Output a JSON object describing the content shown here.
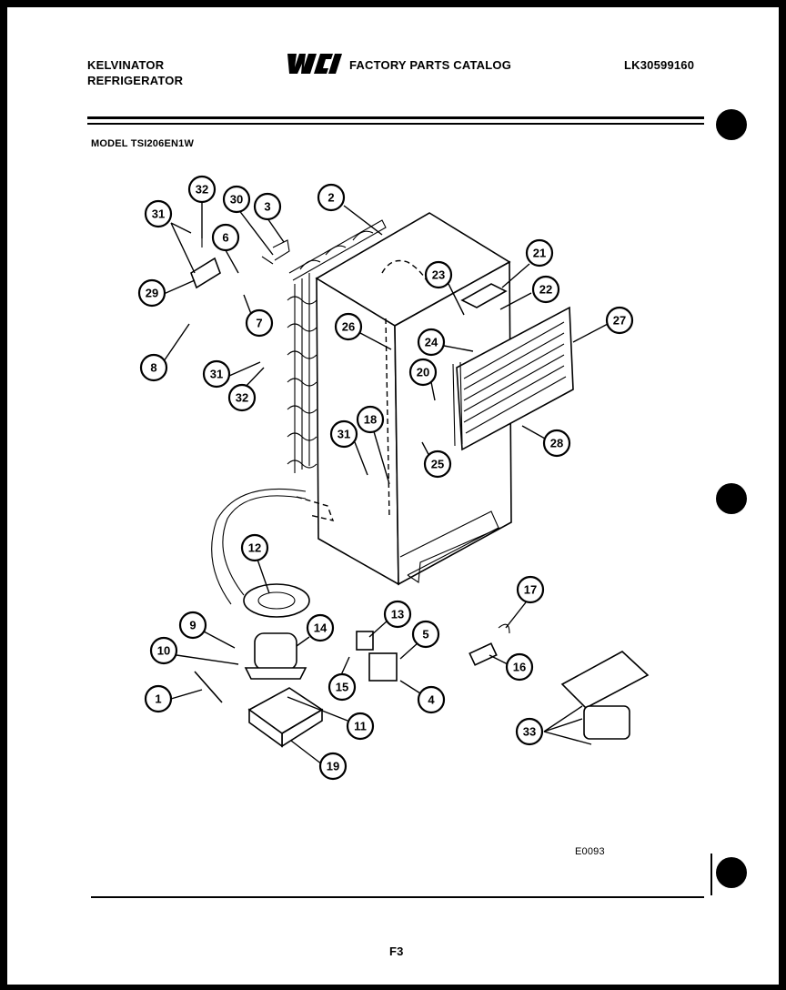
{
  "header": {
    "brand_line1": "KELVINATOR",
    "brand_line2": "REFRIGERATOR",
    "logo_text": "WCI",
    "catalog_title": "FACTORY PARTS CATALOG",
    "catalog_code": "LK30599160",
    "model_label": "MODEL TSI206EN1W"
  },
  "diagram": {
    "callouts": [
      "1",
      "2",
      "3",
      "4",
      "5",
      "6",
      "7",
      "8",
      "9",
      "10",
      "11",
      "12",
      "13",
      "14",
      "15",
      "16",
      "17",
      "18",
      "19",
      "20",
      "21",
      "22",
      "23",
      "24",
      "25",
      "26",
      "27",
      "28",
      "29",
      "30",
      "31",
      "31",
      "31",
      "32",
      "32",
      "33"
    ],
    "drawing_code": "E0093"
  },
  "footer": {
    "page_label": "F3"
  }
}
